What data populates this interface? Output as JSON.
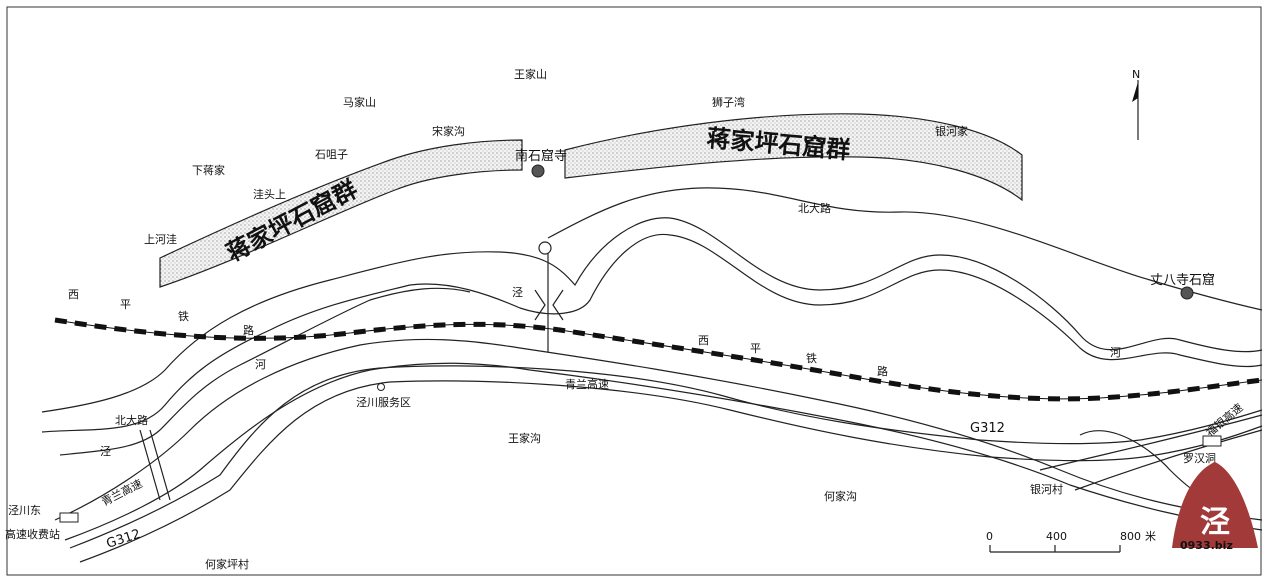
{
  "map": {
    "title": "蒋家坪石窟群",
    "north_label": "N",
    "grottoes": {
      "south_temple": "南石窟寺",
      "zhangba_temple": "丈八寺石窟",
      "group_label_left": "蒋家坪石窟群",
      "group_label_right": "蒋家坪石窟群"
    },
    "villages": {
      "wangjiashan": "王家山",
      "majiashan": "马家山",
      "shizidu": "狮子湾",
      "songjiagou": "宋家沟",
      "shijuzi": "石咀子",
      "xiajiangjia": "下蒋家",
      "yinhejia": "银河家",
      "watoushang": "洼头上",
      "shanghewa": "上河洼",
      "wangjiagou": "王家沟",
      "hejiagou": "何家沟",
      "yinhecun": "银河村",
      "hejiapingcun": "何家坪村",
      "luohan": "罗汉洞",
      "jingchuan_service": "泾川服务区",
      "toll_station_top": "泾川东",
      "toll_station_bottom": "高速收费站"
    },
    "roads": {
      "beidalu_top": "北大路",
      "beidalu_left": "北大路",
      "railway_chars_left": [
        "西",
        "平",
        "铁",
        "路"
      ],
      "railway_chars_right": [
        "西",
        "平",
        "铁",
        "路"
      ],
      "qinglan_center": "青兰高速",
      "qinglan_left": "青兰高速",
      "g312_right": "G312",
      "g312_left": "G312",
      "fuyin_expressway": "福银高速"
    },
    "rivers": {
      "jing_center": "泾",
      "jing_left": "泾",
      "he_left": "河",
      "he_right": "河"
    },
    "scale": {
      "ticks": [
        "0",
        "400",
        "800"
      ],
      "unit": "米"
    },
    "watermark": {
      "char": "泾",
      "site": "0933.biz"
    }
  }
}
